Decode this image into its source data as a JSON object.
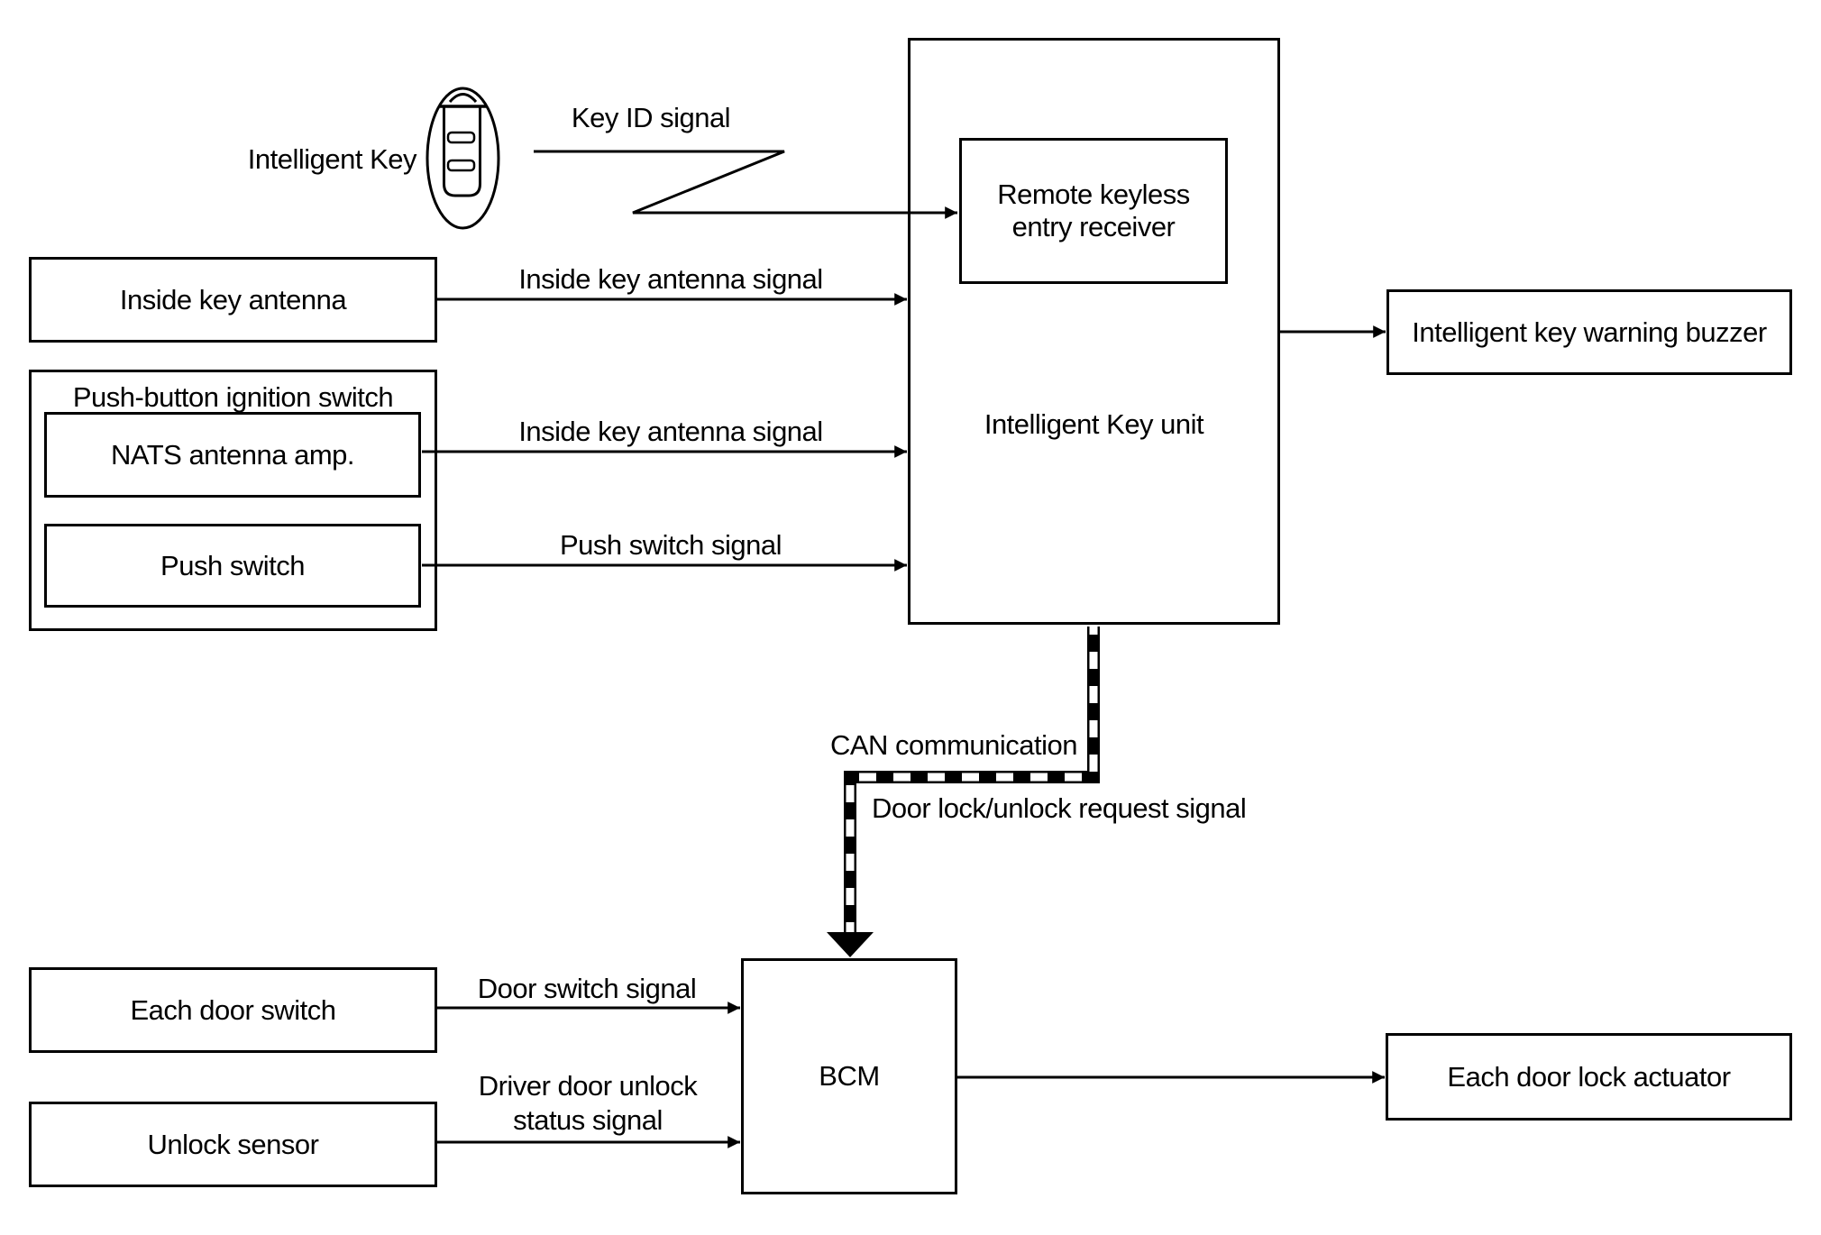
{
  "diagram": {
    "background": "#ffffff",
    "line_color": "#000000",
    "labels": {
      "intelligent_key": "Intelligent Key"
    },
    "boxes": {
      "inside_key_antenna": "Inside key antenna",
      "push_button_ignition_switch": "Push-button ignition switch",
      "nats_antenna_amp": "NATS antenna amp.",
      "push_switch": "Push switch",
      "intelligent_key_unit": "Intelligent Key unit",
      "remote_keyless_entry_receiver": "Remote keyless entry receiver",
      "intelligent_key_warning_buzzer": "Intelligent key warning buzzer",
      "each_door_switch": "Each door switch",
      "unlock_sensor": "Unlock sensor",
      "bcm": "BCM",
      "each_door_lock_actuator": "Each door lock actuator"
    },
    "edges": [
      {
        "from": "Intelligent Key",
        "to": "Remote keyless entry receiver",
        "label": "Key ID signal",
        "style": "solid-arrow"
      },
      {
        "from": "Inside key antenna",
        "to": "Intelligent Key unit",
        "label": "Inside key antenna signal",
        "style": "solid-arrow"
      },
      {
        "from": "NATS antenna amp.",
        "to": "Intelligent Key unit",
        "label": "Inside key antenna signal",
        "style": "solid-arrow"
      },
      {
        "from": "Push switch",
        "to": "Intelligent Key unit",
        "label": "Push switch signal",
        "style": "solid-arrow"
      },
      {
        "from": "Intelligent Key unit",
        "to": "Intelligent key warning buzzer",
        "label": "",
        "style": "solid-arrow"
      },
      {
        "from": "Intelligent Key unit",
        "to": "BCM",
        "label": "CAN communication",
        "sublabel": "Door lock/unlock request signal",
        "style": "checkered-arrow"
      },
      {
        "from": "Each door switch",
        "to": "BCM",
        "label": "Door switch signal",
        "style": "solid-arrow"
      },
      {
        "from": "Unlock sensor",
        "to": "BCM",
        "label": "Driver door unlock\nstatus signal",
        "style": "solid-arrow"
      },
      {
        "from": "BCM",
        "to": "Each door lock actuator",
        "label": "",
        "style": "solid-arrow"
      }
    ]
  }
}
